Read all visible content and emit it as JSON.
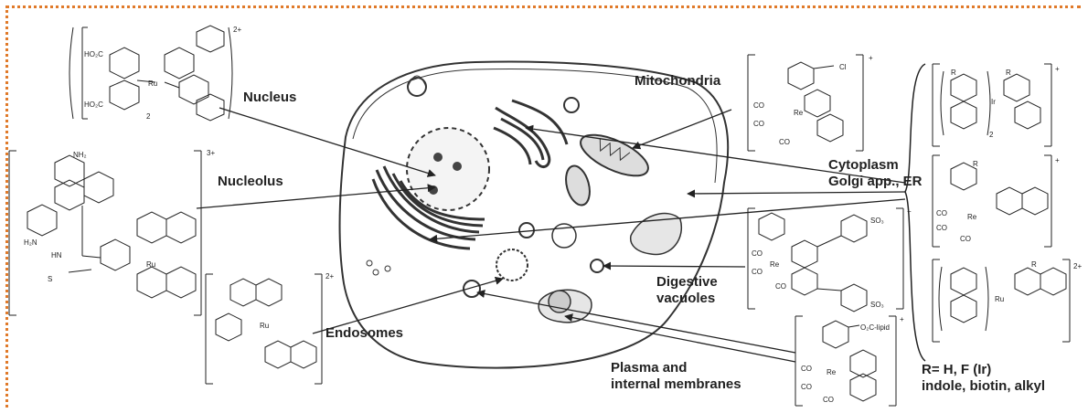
{
  "labels": {
    "nucleus": "Nucleus",
    "nucleolus": "Nucleolus",
    "mitochondria": "Mitochondria",
    "cytoplasm_line1": "Cytoplasm",
    "cytoplasm_line2": "Golgi app., ER",
    "digestive_line1": "Digestive",
    "digestive_line2": "vacuoles",
    "endosomes": "Endosomes",
    "plasma_line1": "Plasma and",
    "plasma_line2": "internal membranes",
    "r_line1": "R= H, F (Ir)",
    "r_line2": "indole, biotin, alkyl"
  },
  "charges": {
    "nucleus_complex": "2+",
    "nucleolus_complex": "3+",
    "endosome_complex": "2+",
    "mito_complex": "+",
    "vacuole_complex": "−",
    "plasma_complex": "+",
    "ir_complex": "+",
    "re_complex": "+",
    "ru_complex": "2+"
  },
  "atoms": {
    "ru": "Ru",
    "re": "Re",
    "ir": "Ir",
    "n": "N",
    "co": "CO",
    "cl": "Cl",
    "so3": "SO₃",
    "nh2": "NH₂",
    "h2n": "H₂N",
    "hn": "HN",
    "s": "S",
    "r": "R",
    "ho2c": "HO₂C",
    "lipid": "O₂C-lipid",
    "sub2": "2"
  },
  "colors": {
    "border": "#e07a2a",
    "ink": "#222222"
  }
}
